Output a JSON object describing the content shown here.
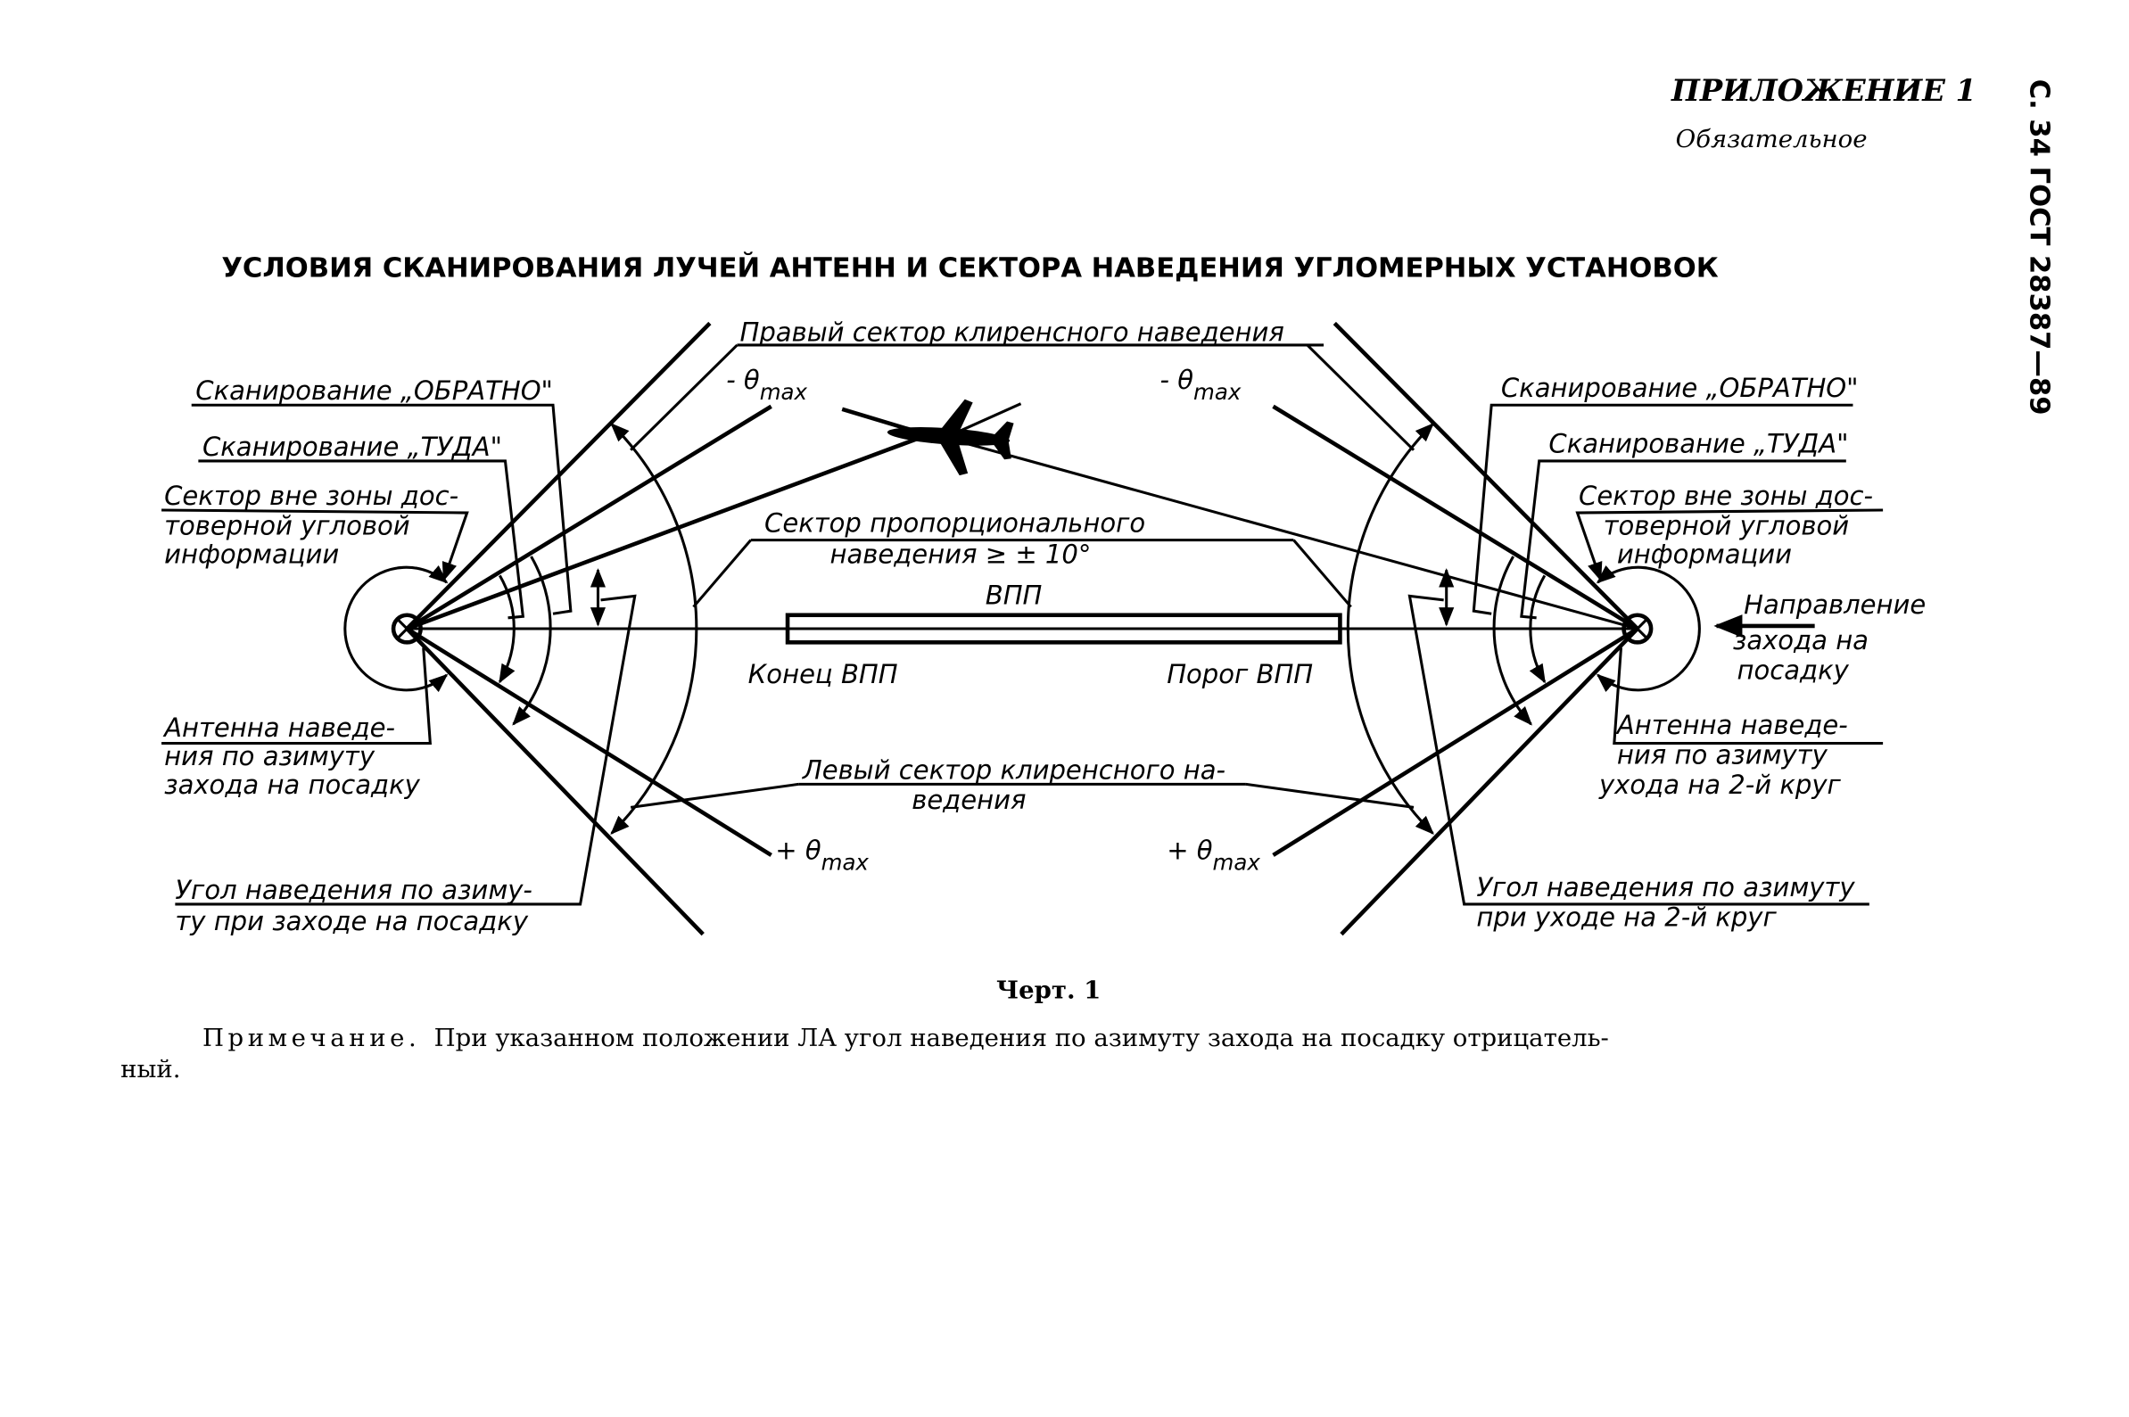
{
  "header": {
    "appendix": "ПРИЛОЖЕНИЕ 1",
    "status": "Обязательное",
    "page_ref": "С. 34 ГОСТ 28387—89"
  },
  "title": "УСЛОВИЯ СКАНИРОВАНИЯ ЛУЧЕЙ АНТЕНН И СЕКТОРА   НАВЕДЕНИЯ УГЛОМЕРНЫХ УСТАНОВОК",
  "diagram": {
    "right_clearance": "Правый сектор клиренсного наведения",
    "left_clearance_1": "Левый сектор клиренсного на-",
    "left_clearance_2": "ведения",
    "proportional_1": "Сектор пропорционального",
    "proportional_2": "наведения ≥ ± 10°",
    "runway": "ВПП",
    "runway_end": "Конец ВПП",
    "runway_threshold": "Порог ВПП",
    "minus_theta": "- θ",
    "plus_theta": "+ θ",
    "theta_sub": "max",
    "left": {
      "scan_back": "Сканирование „ОБРАТНО\"",
      "scan_to": "Сканирование „ТУДА\"",
      "sector_out_1": "Сектор вне зоны дос-",
      "sector_out_2": "товерной угловой",
      "sector_out_3": "информации",
      "antenna_1": "Антенна наведе-",
      "antenna_2": "ния по азимуту",
      "antenna_3": "захода на посадку",
      "angle_1": "Угол наведения по азиму-",
      "angle_2": "ту при заходе на посадку"
    },
    "right": {
      "scan_back": "Сканирование „ОБРАТНО\"",
      "scan_to": "Сканирование „ТУДА\"",
      "sector_out_1": "Сектор вне зоны дос-",
      "sector_out_2": "товерной угловой",
      "sector_out_3": "информации",
      "direction_1": "Направление",
      "direction_2": "захода на",
      "direction_3": "посадку",
      "antenna_1": "Антенна наведе-",
      "antenna_2": "ния по азимуту",
      "antenna_3": "ухода на 2-й круг",
      "angle_1": "Угол наведения по азимуту",
      "angle_2": "при уходе на 2-й круг"
    }
  },
  "caption": "Черт. 1",
  "note": {
    "label": "Примечание.",
    "text_1": "При указанном положении ЛА угол наведения по азимуту  захода на  посадку отрицатель-",
    "text_2": "ный."
  }
}
